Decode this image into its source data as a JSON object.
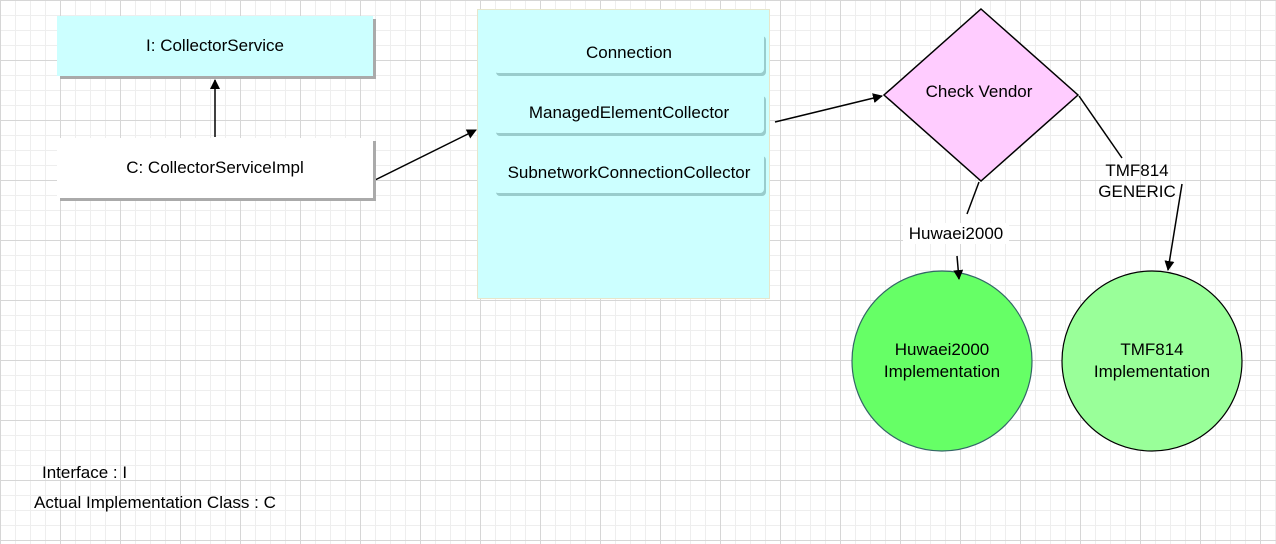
{
  "diagram": {
    "interface_box": "I: CollectorService",
    "implementation_box": "C: CollectorServiceImpl",
    "container_items": [
      "Connection",
      "ManagedElementCollector",
      "SubnetworkConnectionCollector"
    ],
    "decision": "Check Vendor",
    "edge_labels": {
      "huawei": "Huwaei2000",
      "tmf": [
        "TMF814",
        "GENERIC"
      ]
    },
    "outcomes": {
      "huawei": [
        "Huwaei2000",
        "Implementation"
      ],
      "tmf": [
        "TMF814",
        "Implementation"
      ]
    },
    "colors": {
      "interface_fill": "#ccffff",
      "decision_fill": "#ffccff",
      "huawei_fill": "#66ff66",
      "tmf_fill": "#99ff99"
    }
  },
  "legend": {
    "interface": "Interface : I",
    "implementation": "Actual Implementation Class : C"
  }
}
